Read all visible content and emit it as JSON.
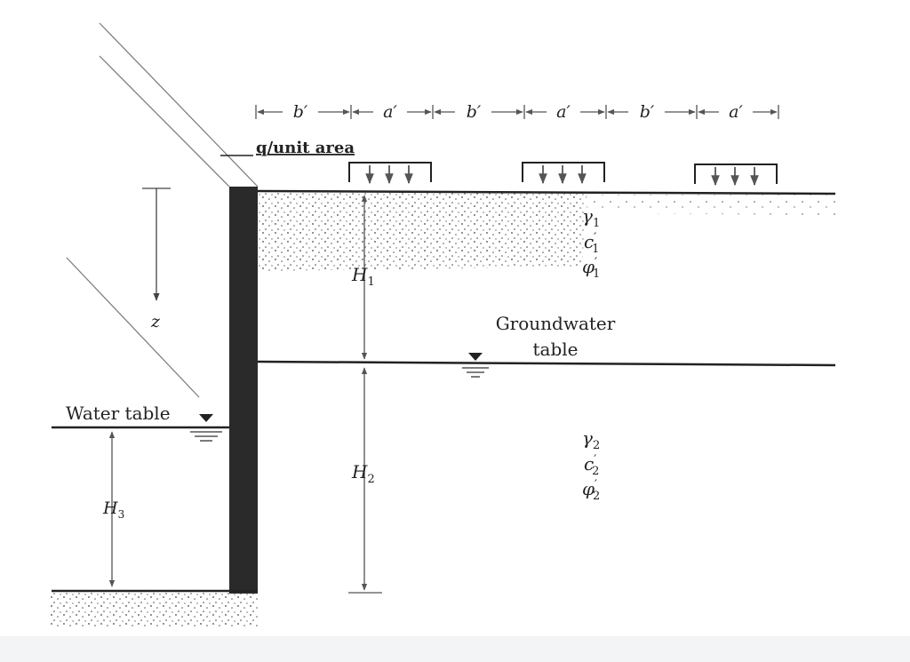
{
  "figure": {
    "load_label": "q/unit area",
    "dimension_labels": [
      "b′",
      "a′",
      "b′",
      "a′",
      "b′",
      "a′"
    ],
    "depth_label": "z",
    "water_table_label": "Water table",
    "groundwater_label_line1": "Groundwater",
    "groundwater_label_line2": "table",
    "layer1": {
      "height_label": "H",
      "height_sub": "1",
      "gamma": "γ",
      "gamma_sub": "1",
      "c": "c",
      "c_sub": "1",
      "phi": "φ",
      "phi_sub": "1"
    },
    "layer2": {
      "height_label": "H",
      "height_sub": "2",
      "gamma": "γ",
      "gamma_sub": "2",
      "c": "c",
      "c_sub": "2",
      "phi": "φ",
      "phi_sub": "2"
    },
    "front": {
      "height_label": "H",
      "height_sub": "3"
    },
    "prime": "′"
  }
}
